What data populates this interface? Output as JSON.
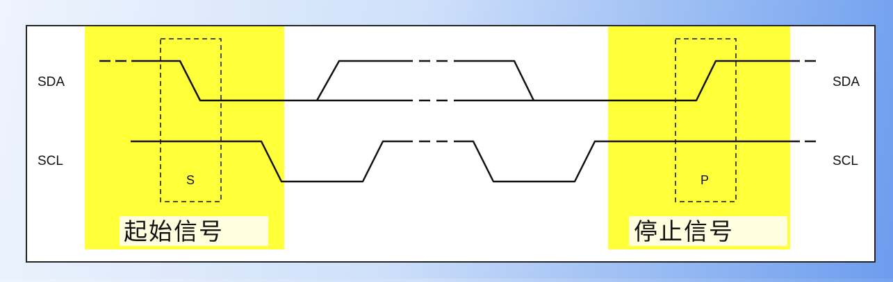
{
  "signals": {
    "sda_left": "SDA",
    "scl_left": "SCL",
    "sda_right": "SDA",
    "scl_right": "SCL"
  },
  "markers": {
    "start": "S",
    "stop": "P"
  },
  "captions": {
    "start_condition": "起始信号",
    "stop_condition": "停止信号"
  },
  "colors": {
    "highlight": "#ffff3a",
    "frame_border": "#222222",
    "frame_background": "#ffffff",
    "waveform": "#111111"
  }
}
